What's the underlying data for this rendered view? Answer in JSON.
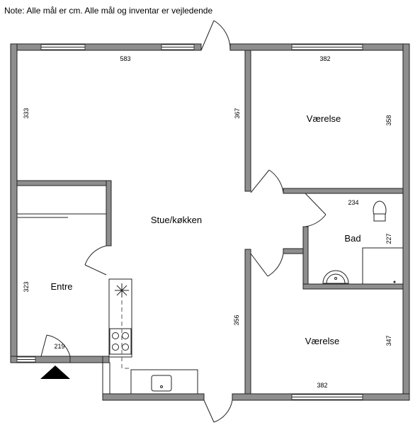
{
  "note": "Note: Alle mål er cm. Alle mål og inventar er vejledende",
  "rooms": {
    "living": "Stue/køkken",
    "bedroom_top": "Værelse",
    "bath": "Bad",
    "entry": "Entre",
    "bedroom_bottom": "Værelse"
  },
  "dimensions": {
    "living_width": "583",
    "living_depth": "333",
    "living_right": "367",
    "bedroom_top_width": "382",
    "bedroom_top_depth": "358",
    "bath_width": "234",
    "bath_depth": "227",
    "entry_depth": "323",
    "entry_width": "219",
    "bedroom_bottom_left": "356",
    "bedroom_bottom_depth": "347",
    "bedroom_bottom_width": "382"
  }
}
